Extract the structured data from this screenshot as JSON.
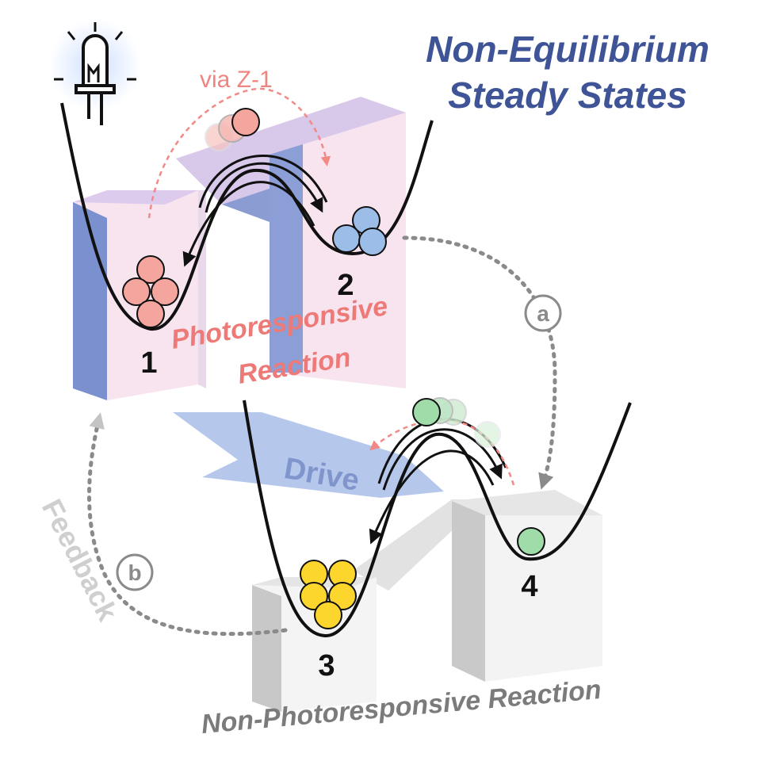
{
  "title": {
    "line1": "Non-Equilibrium",
    "line2": "Steady States"
  },
  "wells": {
    "w1": "1",
    "w2": "2",
    "w3": "3",
    "w4": "4"
  },
  "labels": {
    "via": "via Z-1",
    "photo_line1": "Photoresponsive",
    "photo_line2": "Reaction",
    "nonphoto": "Non-Photoresponsive Reaction",
    "drive": "Drive",
    "feedback": "Feedback",
    "path_a": "a",
    "path_b": "b"
  },
  "colors": {
    "title": "#3f5497",
    "photo_text": "#ee7a78",
    "pink_ball": "#f4a59e",
    "blue_ball": "#9cbde8",
    "green_ball": "#9fdcaa",
    "yellow_ball": "#fcd52d",
    "violet_block": "#7f93cf",
    "grey_block": "#d6d6d6"
  },
  "icons": {
    "lamp": "led-bulb-icon"
  }
}
